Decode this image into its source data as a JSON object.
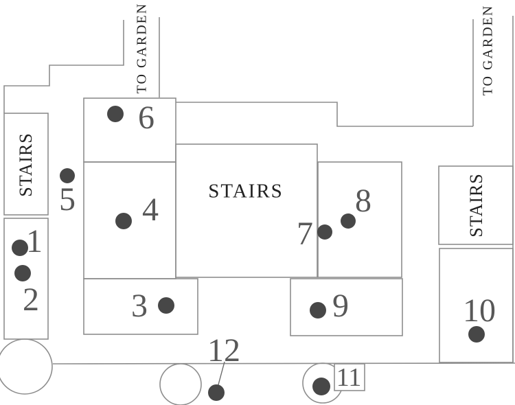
{
  "plan": {
    "title": "floor-plan",
    "background": "#ffffff",
    "wall_color": "#8d8d8d",
    "dot_color": "#474747",
    "number_color": "#585858",
    "text_color": "#222222"
  },
  "labels": {
    "garden_left": "TO GARDEN",
    "garden_right": "TO GARDEN",
    "stairs_left": "STAIRS",
    "stairs_center": "STAIRS",
    "stairs_right": "STAIRS"
  },
  "room_numbers": [
    "1",
    "2",
    "3",
    "4",
    "5",
    "6",
    "7",
    "8",
    "9",
    "10",
    "11",
    "12"
  ]
}
